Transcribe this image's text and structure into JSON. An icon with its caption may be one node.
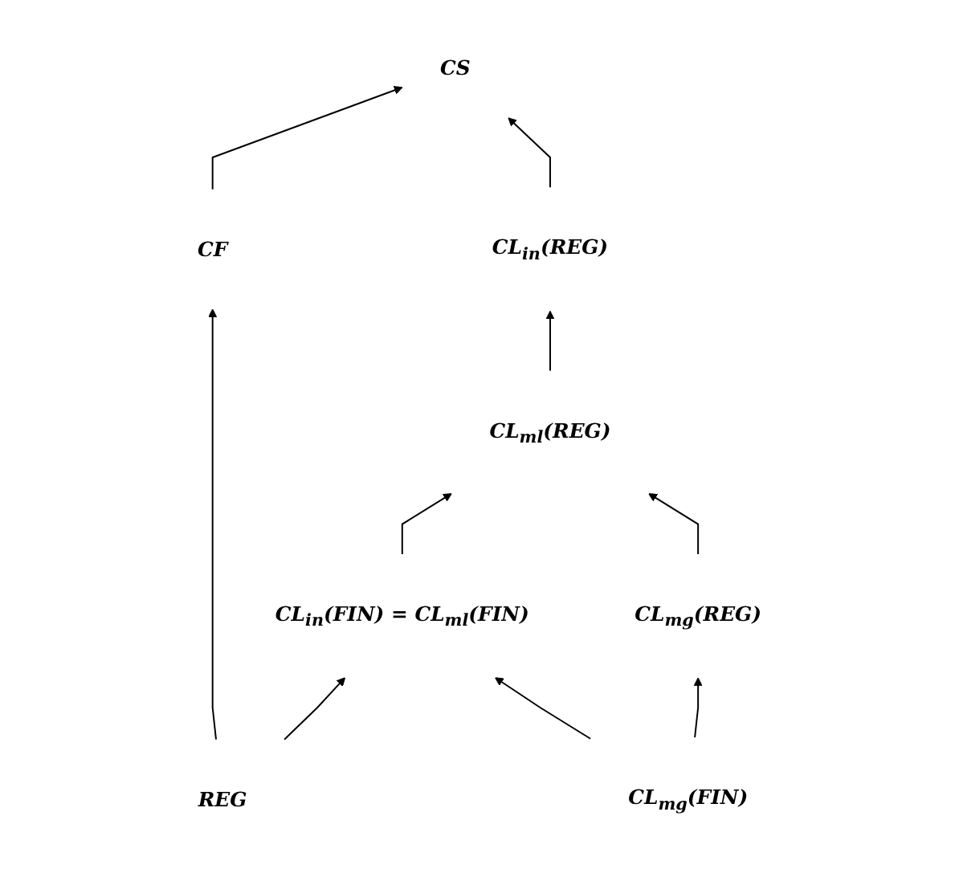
{
  "diagram": {
    "nodes": [
      {
        "text": [
          "CS"
        ]
      },
      {
        "text": [
          "CL$_{in}$(REG)"
        ]
      },
      {
        "text": [
          "CL$_{ml}$(REG)"
        ]
      },
      {
        "text": [
          "CF"
        ]
      },
      {
        "text": [
          "CL$_{in}$(FIN) = CL$_{ml}$(FIN)"
        ]
      },
      {
        "text": [
          "CL$_{mg}$(REG)"
        ]
      },
      {
        "text": [
          "REG"
        ]
      },
      {
        "text": [
          "CL$_{mg}$(FIN)"
        ]
      }
    ],
    "edges": [
      {
        "from": 3,
        "to": 0,
        "arrow": "to"
      },
      {
        "from": 1,
        "to": 0,
        "arrow": "to"
      },
      {
        "from": 2,
        "to": 1,
        "arrow": "to"
      },
      {
        "from": 4,
        "to": 2,
        "arrow": "to"
      },
      {
        "from": 5,
        "to": 2,
        "arrow": "to"
      },
      {
        "from": 6,
        "to": 3,
        "arrow": "to"
      },
      {
        "from": 6,
        "to": 4,
        "arrow": "to"
      },
      {
        "from": 7,
        "to": 4,
        "arrow": "to"
      },
      {
        "from": 7,
        "to": 5,
        "arrow": "to"
      }
    ]
  }
}
